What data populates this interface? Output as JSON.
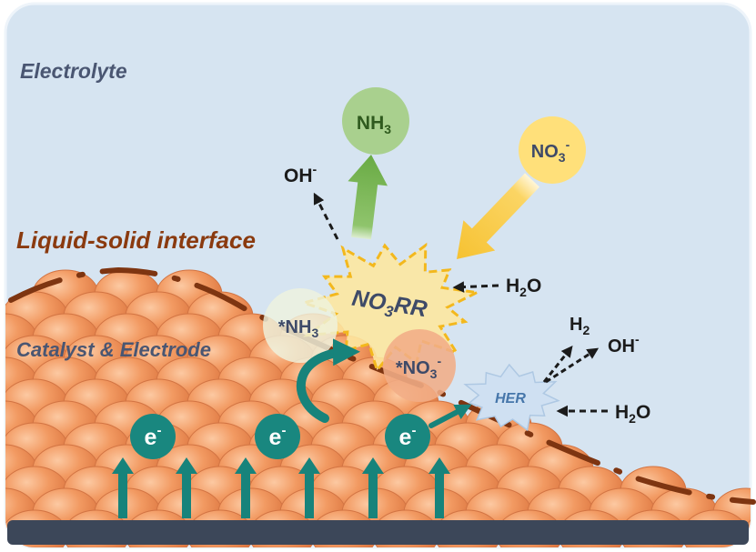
{
  "labels": {
    "electrolyte": "Electrolyte",
    "interface": "Liquid-solid interface",
    "catalyst": "Catalyst & Electrode"
  },
  "species": {
    "nh3_product": {
      "base": "NH",
      "sub": "3"
    },
    "no3_reactant": {
      "base": "NO",
      "sub": "3",
      "sup": "-"
    },
    "oh_left": {
      "base": "OH",
      "sup": "-"
    },
    "h2o_upper": {
      "base": "H",
      "sub": "2",
      "tail": "O"
    },
    "nh3_adsorbed": {
      "base": "*NH",
      "sub": "3"
    },
    "no3_adsorbed": {
      "base": "*NO",
      "sub": "3",
      "sup": "-"
    },
    "h2": {
      "base": "H",
      "sub": "2"
    },
    "oh_right": {
      "base": "OH",
      "sup": "-"
    },
    "h2o_lower": {
      "base": "H",
      "sub": "2",
      "tail": "O"
    }
  },
  "reactions": {
    "no3rr": {
      "base": "NO",
      "sub": "3",
      "tail": "RR"
    },
    "her": "HER"
  },
  "electrons": [
    {
      "base": "e",
      "sup": "-"
    },
    {
      "base": "e",
      "sup": "-"
    },
    {
      "base": "e",
      "sup": "-"
    }
  ],
  "colors": {
    "electrolyte_bg": "#d6e4f1",
    "catalyst_sphere": "#ef8f55",
    "interface_line": "#7e3511",
    "electrode_bar": "#3c4759",
    "electron_teal": "#17837b",
    "nh3_green": "#a9d08e",
    "no3_yellow": "#ffe07a",
    "no3rr_burst": "#fde7a0",
    "her_burst": "#cfe0f2"
  }
}
